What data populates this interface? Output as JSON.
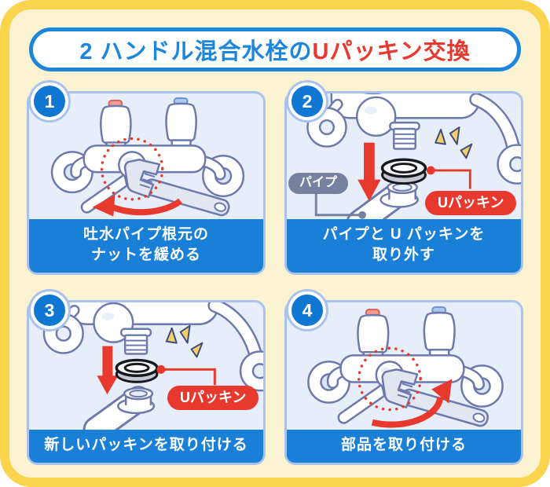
{
  "title": {
    "prefix": "2 ハンドル混合水栓の",
    "highlight": "Uパッキン交換"
  },
  "colors": {
    "card_border": "#F9D44C",
    "card_bg": "#FBF2D2",
    "accent_blue": "#1A7FD6",
    "accent_red": "#E8392F",
    "panel_border": "#A9C1ED",
    "panel_bg": "#E7EEFA",
    "badge_bg": "#0F76D1",
    "pipe_label_bg": "#76809F",
    "sparkle_yellow": "#F6CF6B"
  },
  "steps": [
    {
      "number": "1",
      "caption": [
        "吐水パイプ根元の",
        "ナットを緩める"
      ]
    },
    {
      "number": "2",
      "caption": [
        "パイプと U パッキンを",
        "取り外す"
      ],
      "labels": {
        "pipe": "パイプ",
        "packing": "Uパッキン"
      }
    },
    {
      "number": "3",
      "caption": [
        "新しいパッキンを取り付ける"
      ],
      "labels": {
        "packing": "Uパッキン"
      }
    },
    {
      "number": "4",
      "caption": [
        "部品を取り付ける"
      ]
    }
  ]
}
